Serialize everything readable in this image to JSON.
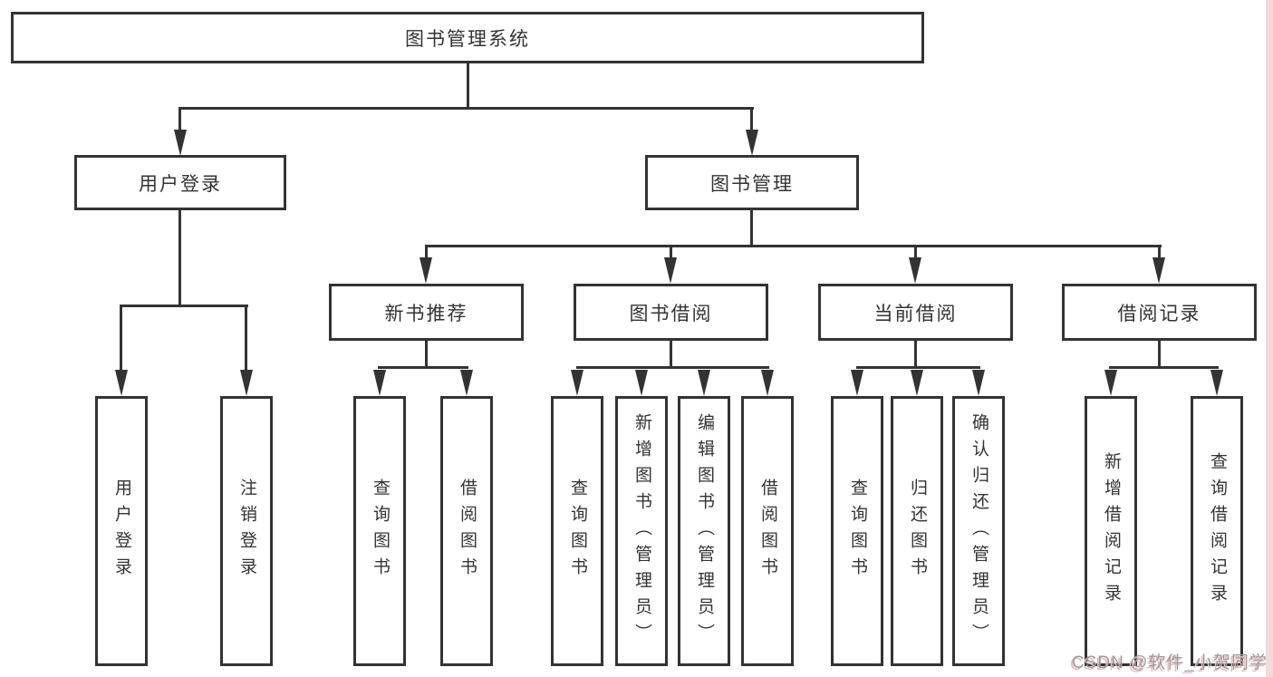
{
  "tree": {
    "root": {
      "label": "图书管理系统"
    },
    "level2": [
      {
        "label": "用户登录"
      },
      {
        "label": "图书管理"
      }
    ],
    "level3": [
      {
        "label": "新书推荐",
        "parent": "图书管理"
      },
      {
        "label": "图书借阅",
        "parent": "图书管理"
      },
      {
        "label": "当前借阅",
        "parent": "图书管理"
      },
      {
        "label": "借阅记录",
        "parent": "图书管理"
      }
    ],
    "leaves": [
      {
        "label": "用户登录",
        "parent": "用户登录"
      },
      {
        "label": "注销登录",
        "parent": "用户登录"
      },
      {
        "label": "查询图书",
        "parent": "新书推荐"
      },
      {
        "label": "借阅图书",
        "parent": "新书推荐"
      },
      {
        "label": "查询图书",
        "parent": "图书借阅"
      },
      {
        "label": "新增图书（管理员）",
        "parent": "图书借阅"
      },
      {
        "label": "编辑图书（管理员）",
        "parent": "图书借阅"
      },
      {
        "label": "借阅图书",
        "parent": "图书借阅"
      },
      {
        "label": "查询图书",
        "parent": "当前借阅"
      },
      {
        "label": "归还图书",
        "parent": "当前借阅"
      },
      {
        "label": "确认归还（管理员）",
        "parent": "当前借阅"
      },
      {
        "label": "新增借阅记录",
        "parent": "借阅记录"
      },
      {
        "label": "查询借阅记录",
        "parent": "借阅记录"
      }
    ]
  },
  "watermark": {
    "text": "CSDN @软件_小贺同学"
  },
  "colors": {
    "line": "#333333",
    "box_border": "#333333",
    "box_bg": "#ffffff",
    "text": "#333333",
    "watermark_text": "#9a9a9a",
    "watermark_shadow": "#e9b8b8",
    "right_strip": "#f5dada"
  }
}
